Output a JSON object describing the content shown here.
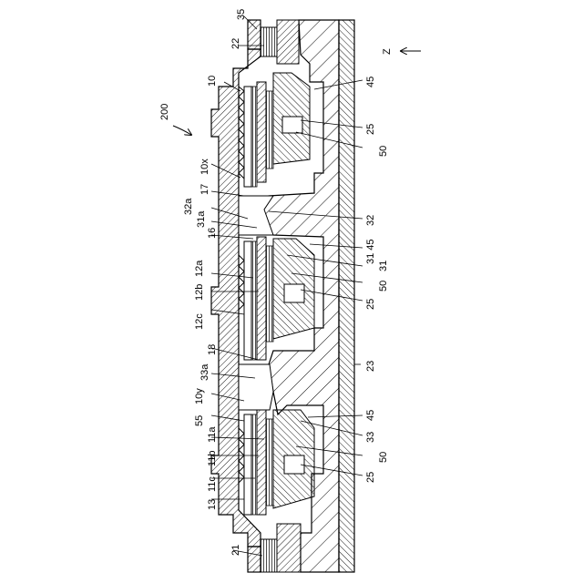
{
  "figure": {
    "label_200": "200",
    "axis_label": "Z",
    "labels_left": {
      "l35": "35",
      "l22": "22",
      "l10": "10",
      "l10x": "10x",
      "l17": "17",
      "l32a": "32a",
      "l31a": "31a",
      "l16": "16",
      "l12a": "12a",
      "l12b": "12b",
      "l12c": "12c",
      "l18": "18",
      "l33a": "33a",
      "l10y": "10y",
      "l55": "55",
      "l11a": "11a",
      "l11b": "11b",
      "l11c": "11c",
      "l13": "13",
      "l21": "21"
    },
    "labels_right": {
      "r45a": "45",
      "r25a": "25",
      "r50a": "50",
      "r32": "32",
      "r3145": "31 45",
      "r31": "31",
      "r50b": "50",
      "r25b": "25",
      "r23": "23",
      "r45c": "45",
      "r33": "33",
      "r50c": "50",
      "r25c": "25"
    }
  }
}
